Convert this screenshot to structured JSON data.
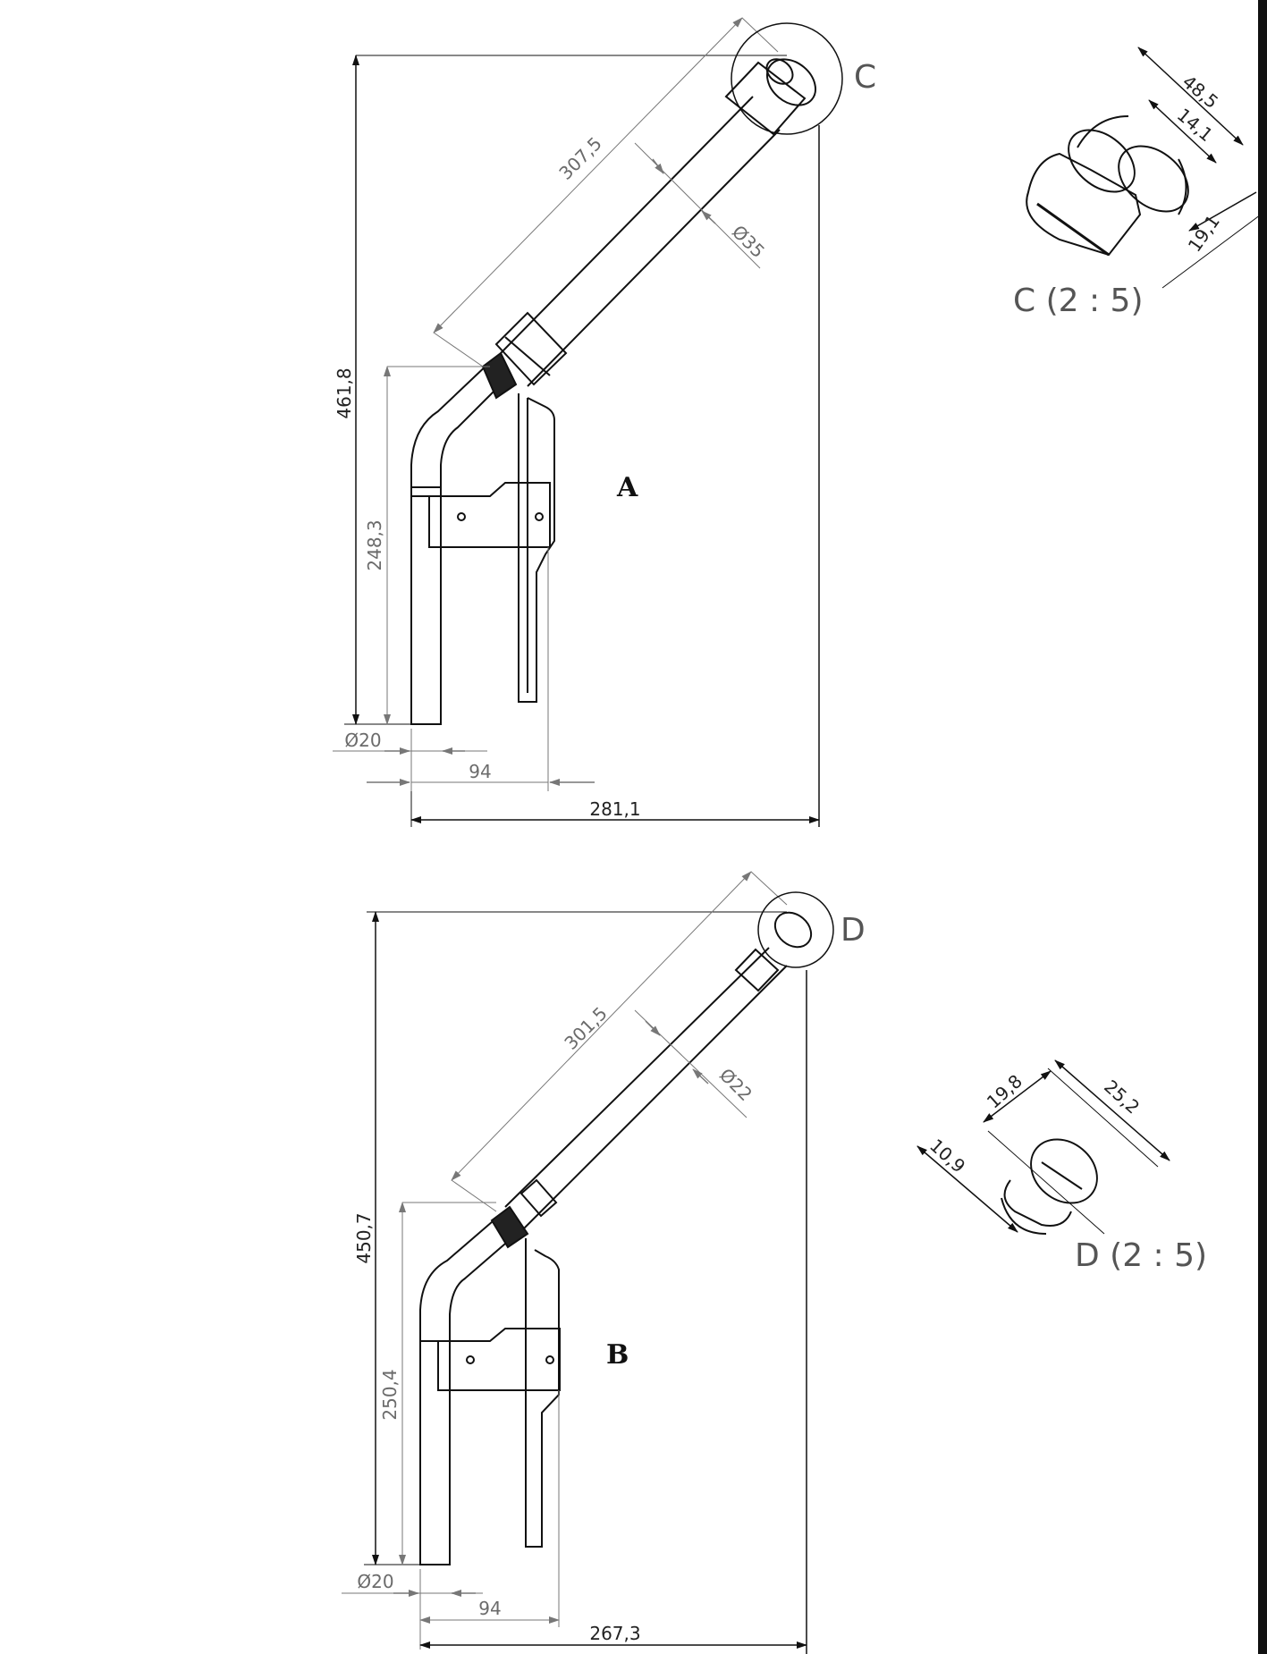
{
  "views": {
    "A": {
      "label": "A",
      "dims": {
        "height": "461,8",
        "arm_length": "307,5",
        "tube_dia": "Ø35",
        "lower_height": "248,3",
        "leg_dia": "Ø20",
        "offset": "94",
        "width": "281,1"
      },
      "detail": {
        "callout": "C",
        "title": "C  (2 : 5)",
        "dims": [
          "48,5",
          "14,1",
          "19,1"
        ]
      }
    },
    "B": {
      "label": "B",
      "dims": {
        "height": "450,7",
        "arm_length": "301,5",
        "tube_dia": "Ø22",
        "lower_height": "250,4",
        "leg_dia": "Ø20",
        "offset": "94",
        "width": "267,3"
      },
      "detail": {
        "callout": "D",
        "title": "D  (2 : 5)",
        "dims": [
          "19,8",
          "25,2",
          "10,9"
        ]
      }
    }
  }
}
